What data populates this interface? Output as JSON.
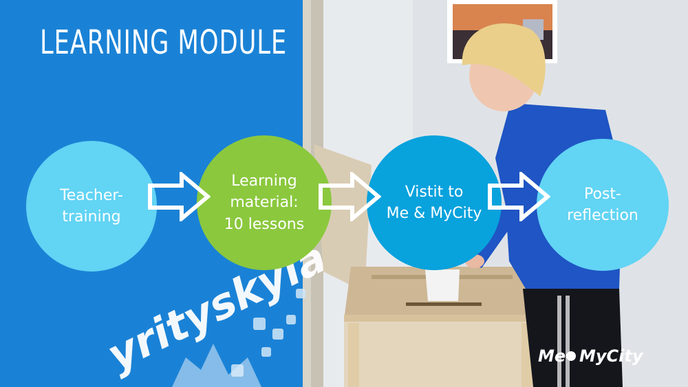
{
  "title": "LEARNING MODULE",
  "steps": [
    {
      "label": "Teacher-\ntraining",
      "color": "#62d4f4"
    },
    {
      "label": "Learning\nmaterial:\n10 lessons",
      "color": "#8bc83e"
    },
    {
      "label": "Vistit to\nMe & MyCity",
      "color": "#08a2dd"
    },
    {
      "label": "Post-\nreflection",
      "color": "#62d4f4"
    }
  ],
  "wall_text": "yrityskylä",
  "logo": {
    "part1": "Me",
    "part2": "MyCity"
  },
  "colors": {
    "wall": "#1a82d6",
    "room": "#e8ebee",
    "hoodie": "#1f55c4",
    "hair": "#e9cf8a"
  }
}
